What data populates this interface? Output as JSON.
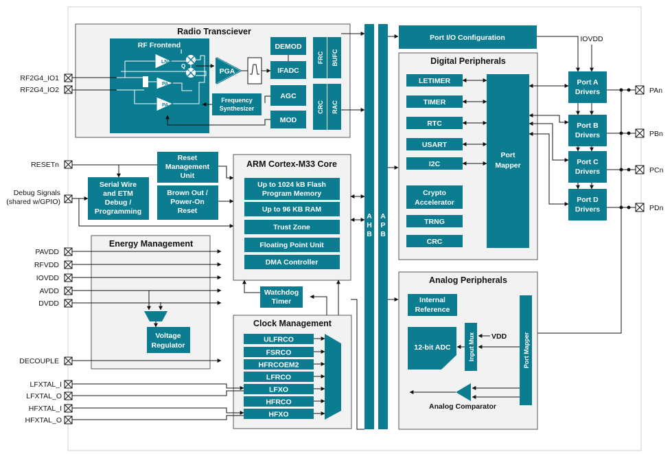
{
  "radio": {
    "title": "Radio Transciever",
    "rf_frontend": "RF Frontend",
    "lna": "LNA",
    "pa": "PA",
    "i_label": "I",
    "q_label": "Q",
    "pga": "PGA",
    "demod": "DEMOD",
    "ifadc": "IFADC",
    "agc": "AGC",
    "mod": "MOD",
    "frc": "FRC",
    "bufc": "BUFC",
    "crc": "CRC",
    "rac": "RAC",
    "freq_synth_1": "Frequency",
    "freq_synth_2": "Synthesizer"
  },
  "bus": {
    "ahb": [
      "A",
      "H",
      "B"
    ],
    "apb": [
      "A",
      "P",
      "B"
    ]
  },
  "port_io": {
    "label": "Port I/O Configuration",
    "iovdd": "IOVDD"
  },
  "digital": {
    "title": "Digital Peripherals",
    "items": [
      "LETIMER",
      "TIMER",
      "RTC",
      "USART",
      "I2C"
    ],
    "crypto_1": "Crypto",
    "crypto_2": "Accelerator",
    "trng": "TRNG",
    "crc": "CRC",
    "port_mapper_1": "Port",
    "port_mapper_2": "Mapper"
  },
  "drivers": [
    {
      "l1": "Port A",
      "l2": "Drivers",
      "pin": "PAn"
    },
    {
      "l1": "Port B",
      "l2": "Drivers",
      "pin": "PBn"
    },
    {
      "l1": "Port C",
      "l2": "Drivers",
      "pin": "PCn"
    },
    {
      "l1": "Port D",
      "l2": "Drivers",
      "pin": "PDn"
    }
  ],
  "pins_left": {
    "rf_io1": "RF2G4_IO1",
    "rf_io2": "RF2G4_IO2",
    "reset": "RESETn",
    "debug_1": "Debug Signals",
    "debug_2": "(shared w/GPIO)",
    "power": [
      "PAVDD",
      "RFVDD",
      "IOVDD",
      "AVDD",
      "DVDD"
    ],
    "decouple": "DECOUPLE",
    "xtal": [
      "LFXTAL_I",
      "LFXTAL_O",
      "HFXTAL_I",
      "HFXTAL_O"
    ]
  },
  "reset_unit": [
    "Reset",
    "Management",
    "Unit"
  ],
  "brown_out": [
    "Brown Out /",
    "Power-On",
    "Reset"
  ],
  "swd": [
    "Serial Wire",
    "and ETM",
    "Debug /",
    "Programming"
  ],
  "core": {
    "title": "ARM Cortex-M33 Core",
    "flash_1": "Up to 1024 kB Flash",
    "flash_2": "Program Memory",
    "ram": "Up to 96 KB RAM",
    "trust": "Trust Zone",
    "fpu": "Floating Point Unit",
    "dma": "DMA Controller"
  },
  "watchdog": [
    "Watchdog",
    "Timer"
  ],
  "energy": {
    "title": "Energy Management",
    "regulator_1": "Voltage",
    "regulator_2": "Regulator"
  },
  "clock": {
    "title": "Clock Management",
    "items": [
      "ULFRCO",
      "FSRCO",
      "HFRCOEM2",
      "LFRCO",
      "LFXO",
      "HFRCO",
      "HFXO"
    ]
  },
  "analog": {
    "title": "Analog Peripherals",
    "ref_1": "Internal",
    "ref_2": "Reference",
    "adc": "12-bit ADC",
    "input_mux": "Input Mux",
    "vdd": "VDD",
    "port_mapper": "Port Mapper",
    "comparator": "Analog Comparator"
  },
  "colors": {
    "teal": "#0c7c91",
    "panel": "#f2f2f2",
    "line": "#111111"
  }
}
